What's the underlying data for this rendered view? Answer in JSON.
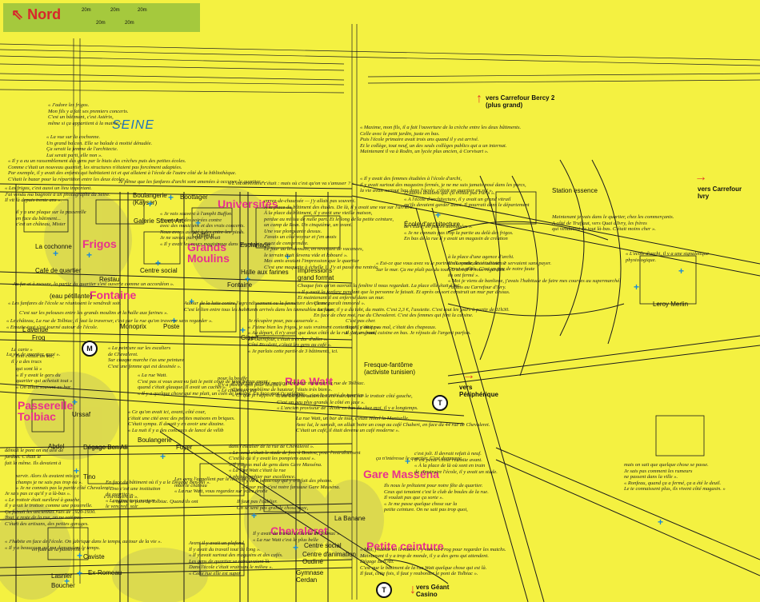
{
  "header": {
    "north": "Nord",
    "scale": [
      "20m",
      "20m",
      "20m",
      "20m",
      "20m"
    ]
  },
  "river": "SEINE",
  "places": [
    {
      "text": "Universités"
    },
    {
      "text": "Frigos"
    },
    {
      "text": "Grands Moulins"
    },
    {
      "text": "Fontaine"
    },
    {
      "text": "Rue Watt"
    },
    {
      "text": "Passerelle Tolbiac"
    },
    {
      "text": "Gare Masséna"
    },
    {
      "text": "Chevaleret"
    },
    {
      "text": "Petite ceinture"
    }
  ],
  "labels": [
    "Boulangerie (Kayser)",
    "Boottager",
    "Galerie Street-Art",
    "La cochonne",
    "Café de quartier",
    "Restau",
    "Centre social",
    "(eau pétillante)",
    "Monoprix",
    "Poste",
    "L'avenue",
    "Frog",
    "Coiffeur",
    "Esplanade",
    "Halle aux farines",
    "Fontaine",
    "Impressions grand format",
    "Gibert",
    "Fresque-fantôme (activiste tunisien)",
    "École d'architecture",
    "Station essence",
    "Leroy Merlin",
    "Urssaf",
    "Dégage Ben Ali",
    "Boulangerie",
    "Foyer",
    "Abdel",
    "Tino",
    "La Banane",
    "Centre social",
    "Centre d'animation Oudiné",
    "Gymnase Cerdan",
    "Caviste",
    "Ex-Romeau",
    "Lasnier",
    "Boucher"
  ],
  "directions": [
    {
      "text": "vers Carrefour Bercy 2 (plus grand)"
    },
    {
      "text": "vers Carrefour Ivry"
    },
    {
      "text": "vers Périphérique"
    },
    {
      "text": "vers Géant Casino"
    }
  ],
  "transit": {
    "metro": "M",
    "tram": "T"
  },
  "quotes": [
    "« J'adore les frigos.",
    "Mon fils y a fait ses premiers concerts.",
    "C'est un bâtiment, c'est Astérix,",
    "même si ça appartient à la mairie ».",
    "« La vue sur la cochonne.",
    "Un grand balcon. Elle se balade à moitié dénudée.",
    "Ça serait la femme de l'architecte.",
    "Lui serait parti, elle non ».",
    "« Il y a eu un rassemblement des gens par le biais des crèches puis des petites écoles.",
    "Comme c'était un nouveau quartier, les structures n'étaient pas forcément adaptées.",
    "Par exemple, il y avait des enfants qui habitaient ici et qui allaient à l'école de l'autre côté de la bibliothèque.",
    "C'était le bazar pour la répartition entre les deux écoles ».",
    "Je pense que les fanfares d'archi sont amenées à occuper le quartier ».",
    "« Maxime, mon fils, il a fait l'ouverture de la crèche entre les deux bâtiments.",
    "Celle avec le petit jardin, juste en bas.",
    "Puis l'école primaire avait trois ans quand il y est arrivé.",
    "Et le collège, tout neuf, un des seuls collèges publics qui a un internat.",
    "Maintenant il va à Rodin, un lycée plus ancien, à Corvisart ».",
    "« Il y avait des femmes étudiées à l'école d'archi,",
    "il y avait surtout des magasins fermés, je ne me suis jamais posé dans les parcs,",
    "la vie avait surtout lieu dans l'école, c'était un quartier en soi ».",
    "« L'inconvénient c'était : mais où c'est qu'on va s'amuser ? »",
    "« Les frigos, c'est aussi un lieu important.",
    "J'ai vendu ma bagnole à un photographe du Seine.",
    "Il vit là depuis trente ans ».",
    "« Je vais souvent à l'amphi Buffon.",
    "J'y souvent des soirées contre",
    "avec des musiciens et des vrais concerts.",
    "Nous avons assisté à des entre-les-pieds.",
    "Je ne savais pas que ça avait",
    "« Il y avait les cours magistraux dans les amphis",
    "en rez-de-chaussée — j'y allais pas souvent.",
    "À la place du bâtiment des études. De là, il y avait une vue sur l'arrière.",
    "À la place du bâtiment, il y avait une vieille maison,",
    "perdue au milieu de nulle part. Et le long de la petite ceinture,",
    "un camp de Rom. Un cinquième, un avant.",
    "Une vue plongeante dessus.",
    "J'avais un côté voyeur et j'en avais",
    "assez de comprendre.",
    "Le jour au lendemain, en revenant de vacances,",
    "le terrain était devenu vide et labouré ».",
    "Mes amis avaient l'impression que le quartier",
    "C'est une maquette à échelle 1. J'y ai passé ma rentrée",
    "D'autres disaient que ça n'était pas Paris ».",
    "« A l'école d'architecture, il y avait un grand vitrail",
    "qu'ils devaient garder aussi. Il pourrait dans le département",
    "de l'Eure, en pièces découpées ».",
    "« Je ne connais pas trop la partie au delà des frigos.",
    "En bas de la rue il y avait un magasin de création",
    "à la place d'une agence d'archi.",
    "Un Leconte, les étudiants se servaient sans payer.",
    "On se a piliés. C'est un peu de notre faute",
    "ils ont fermé ».",
    "« Moi je viens de banlieue, j'avais l'habitude de faire mes courses au supermarché.",
    "J'allais au Carrefour d'Ivry.",
    "Maintenant je vais dans le quartier, chez les commerçants.",
    "A côté de Truffaut, vers Quai d'Ivry, les frères",
    "qui vendaient de tout là-bas. C'était moins cher ».",
    "« L'école d'archi, il y a une signalétique",
    "physiologique.",
    "« Est-ce que vous avez vu le portrait du syndicaliste tunisien ?",
    "Sur le mur. Ça me plaît pas du tout. D'abord il nous regardait.",
    "Chaque fois qu'on ouvrait la fenêtre il nous regardait. La place elle était à lui.",
    "« Il y avait la fanfare pendant que la personne le faisait. Et après on sort construit un mur par dessus.",
    "Et maintenant il est enfermé dans un mur.",
    "Ça me paraît immoral ».",
    "« Le foyer, il y a du tabi, du matin. C'est 2,3 €, l'assiette. C'est tout les jours à partir de 11h30.",
    "En face de chez moi, rue du Chevaleret. C'est des femmes qui font la cuisine.",
    "C'est pas cher.",
    "Sinon, c'était pas mal, c'était des chapeaux.",
    "Il y a un grand cuisine en bas. Je réjouis de l'argent parfois.",
    "Je récupère pour, pas casserole ».",
    "« J'aime bien les frigos, je suis vraiment content qu'il y ait ça ».",
    "« Au départ, il n'y avait que deux côtés de la rue. Ici, en haut,",
    "Le Carrefour, c'était très dur d'aller ».",
    "Côté Ricoletti, c'était les gens au café ».",
    "« Je parlais cette partie de 3 bâtiments, ici.",
    "Au fur et à mesure, la partie du quartier s'est ouverte comme un accordéon ».",
    "« Les fanfares de l'école se réunissent le vendredi soir.",
    "C'est sur les pelouses entre les grands moulins et la halle aux farines ».",
    "« Le château, La rue de Tolbiac, il faut la traverser, c'est par la rue qu'on traverse sans regarder ».",
    "« Ensuite tout s'est tourné autour de l'école.",
    "Autour de la lutte contre l'agrandissement ou la fermeture des classes.",
    "C'est le lien entre tous les habitants arrivés dans les immeubles sociaux.",
    "La vie de quartier, quoi ».",
    "« La peinture sur les escaliers",
    "de Chevaleret.",
    "Sur chaque marche t'as une peinture",
    "C'est une femme qui est dessinée ».",
    "« La rue Watt.",
    "C'est pas si vous avez vu fait le petit coup de faire mieux avant,",
    "quand c'était glauque. Il avait un cachet ».",
    "« Il y a quelque chose qui me plait, un coin de lumière. En face, moi j'y vais pas.",
    "Il faut une volonté particulière pour traverser la rue de Tolbiac.",
    "C'est un problème de hauteur, j'étais très bien ».",
    "« Ce que je rappelle de mon arrivée, c'est le comité de quartier.",
    "C'est les gens naturellement marchent sur le trottoir côté gauche,",
    "C'est un peu plus grande le côté en face ».",
    "« L'ancien proviseur de l'école en bas de chez moi, il y a longtemps.",
    "La rue Watt, un bar de tout, c'était Hôtel la Manivelle.",
    "Avec lui, le samedi, on allait boire un coup au café Chabert, en face du 44 rue de Chevaleret.",
    "C'était un café, il était devenu un café moderne ».",
    "« Ce qu'on avait ici, avant, côté cour,",
    "c'était une cité avec des petites maisons en briques.",
    "C'était sympa. Il devait y en avoir une dizaine.",
    "« La nuit il y a des concours de lancé de vélib",
    "dans l'escalier de la rue de Chevaleret ».",
    "« Le local c'était le stade de foot à Boutou, pour l'entraînement",
    "C'est là où il y avait les pompiers aussi ».",
    "« Il y a pas mal de gens dans Gare Masséna.",
    "« La Rue Watt c'était la rue",
    "à photographier par excellence.",
    "Il y en a beaucoup qui y ont fait des photos.",
    "« Pour moi, c'est notre fameuse Gare Masséna.",
    "Il faut pas l'oublier.",
    "On se sent pas grande chose avec,",
    "ça n'intéresse le quartier. C'est dommage,",
    "c'est joli. Il devrait refait à neuf.",
    "Il est petite chose réussite avant.",
    "« À la place de là où sont en train",
    "de construire l'école, il y avait un stade.",
    "Ils nous le prêtaient pour notre fête de quartier.",
    "Ceux qui tenaient c'est le club de boules de la rue.",
    "Il voulait pas que ça sorte ».",
    "« Je me passe quelque chose sur la",
    "petite ceinture. On ne sait pas trop quoi,",
    "mais on sait que quelque chose se passe.",
    "Je sais pas comment les rumeurs",
    "ne passent dans la ville ».",
    "« Ronfeau, quand ça a fermé, ça a été le deuil.",
    "Le te connaissent plus, ils vivent côté magasin. »",
    "« Moi, j'habite ici le matin. J'y vais au Frog pour regarder les matchs.",
    "Maintenant il y a trop de monde, il y a des gens qui attendent.",
    "Dégage Ben Ali.",
    "C'est que le bâtiment de la rue Watt quelque chose qui est là.",
    "Il faut, cette fois, il faut y reaborder le pont de Tolbiac ».",
    "« J'habite en face de l'école. On fabrique dans le temps, au tour de la vie ».",
    "« Il y a beaucoup qui me demandent le temps.",
    "En face du bâtiment où il y a le Dégage Ben-Ali ».",
    "« Tino c'est une institution",
    "du quartier ».",
    "« Les gens vont manger",
    "le vendredi soir",
    "c'est ouvert là ».",
    "« Même le pont de Tolbiac. Quand ils ont",
    "démoli le pont on est allé de",
    "jardins. C'était le",
    "fait la même. Ils devaient à",
    "servir. Alors ils avaient mis ça",
    "champs je ne sais pas trop où ».",
    "« Je ne connais pas la partie côté Chevaleret.",
    "Je sais pas ce qu'il y a là-bas ».",
    "« Le trottoir était surélevé à gauche,",
    "il y avait le trottoir comme une passerelle.",
    "Ça faisait les anciennes rues de 1920-1930.",
    "Tout le reste de la rue, on ne sait pas.",
    "C'était des artisans, des petites garages.",
    "Il y avait du travail de la rue de Tolbiac ».",
    "« La rue Watt c'est la plus belle",
    "Avant il y avait un plafond.",
    "Il y avait du travail tout du long ».",
    "« Il y avait surtout des magasins et des cafés.",
    "Les gens de quartier se retrouvaient là.",
    "Dans l'école c'était vraiment le milieu ».",
    "« Cette rue elle est super",
    "pour la bouffe",
    "Il y a pas de spot pour les flics ».",
    "« Le château, c'est",
    "Les gens l'appellent par le nom du frigo.",
    "mais le château",
    "« La rue Watt, vous regardez sur votre droite",
    "il y a une plaque sur la passerelle",
    "en face du bâtiment...",
    "c'est un château, Mister",
    "La carte »",
    "« Tino c'était un bar,",
    "il y a des trucs",
    "qui sont là »",
    "« Il y avait le gars du",
    "quartier qui achetait tout »",
    "« On allait souvent au bar",
    "en face de la passerelle »"
  ]
}
